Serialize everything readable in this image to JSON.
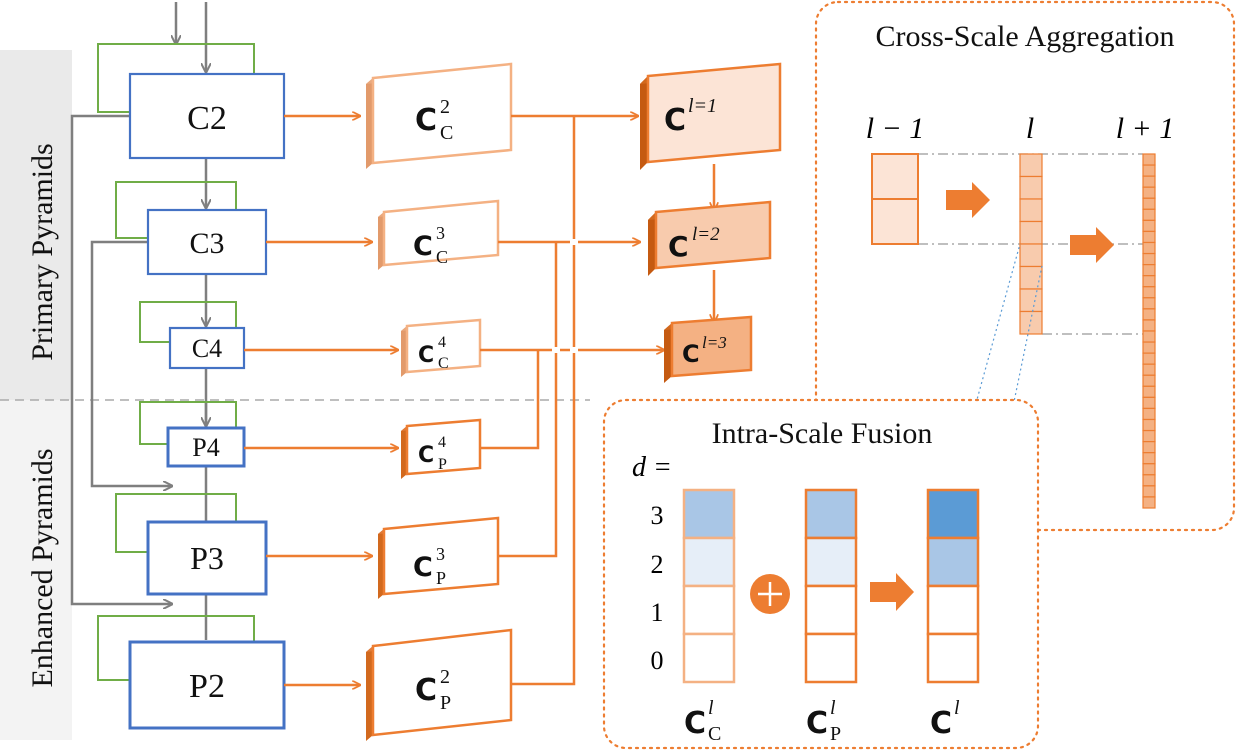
{
  "sidebar": {
    "primary_label": "Primary Pyramids",
    "enhanced_label": "Enhanced Pyramids"
  },
  "backbone": {
    "primary": [
      "C2",
      "C3",
      "C4"
    ],
    "enhanced": [
      "P4",
      "P3",
      "P2"
    ]
  },
  "features": {
    "primary": [
      {
        "base": "C",
        "sup": "2",
        "sub": "C"
      },
      {
        "base": "C",
        "sup": "3",
        "sub": "C"
      },
      {
        "base": "C",
        "sup": "4",
        "sub": "C"
      }
    ],
    "enhanced": [
      {
        "base": "C",
        "sup": "4",
        "sub": "P"
      },
      {
        "base": "C",
        "sup": "3",
        "sub": "P"
      },
      {
        "base": "C",
        "sup": "2",
        "sub": "P"
      }
    ],
    "fused": [
      {
        "base": "C",
        "sup": "l=1"
      },
      {
        "base": "C",
        "sup": "l=2"
      },
      {
        "base": "C",
        "sup": "l=3"
      }
    ]
  },
  "cross_scale": {
    "title": "Cross-Scale Aggregation",
    "level_labels": [
      "l − 1",
      "l",
      "l + 1"
    ]
  },
  "intra_scale": {
    "title": "Intra-Scale Fusion",
    "d_label": "d =",
    "d_values": [
      "3",
      "2",
      "1",
      "0"
    ],
    "plus_symbol": "+",
    "column_labels": [
      {
        "base": "C",
        "sup": "l",
        "sub": "C"
      },
      {
        "base": "C",
        "sup": "l",
        "sub": "P"
      },
      {
        "base": "C",
        "sup": "l",
        "sub": ""
      }
    ]
  },
  "colors": {
    "orange": "#ED7D31",
    "blue_box": "#4472C4",
    "green_loop": "#70AD47",
    "gray_arrow": "#7F7F7F",
    "light_blue": "#A9C6E6",
    "pale_blue": "#E6EEF8",
    "mid_blue": "#5B9BD5"
  }
}
